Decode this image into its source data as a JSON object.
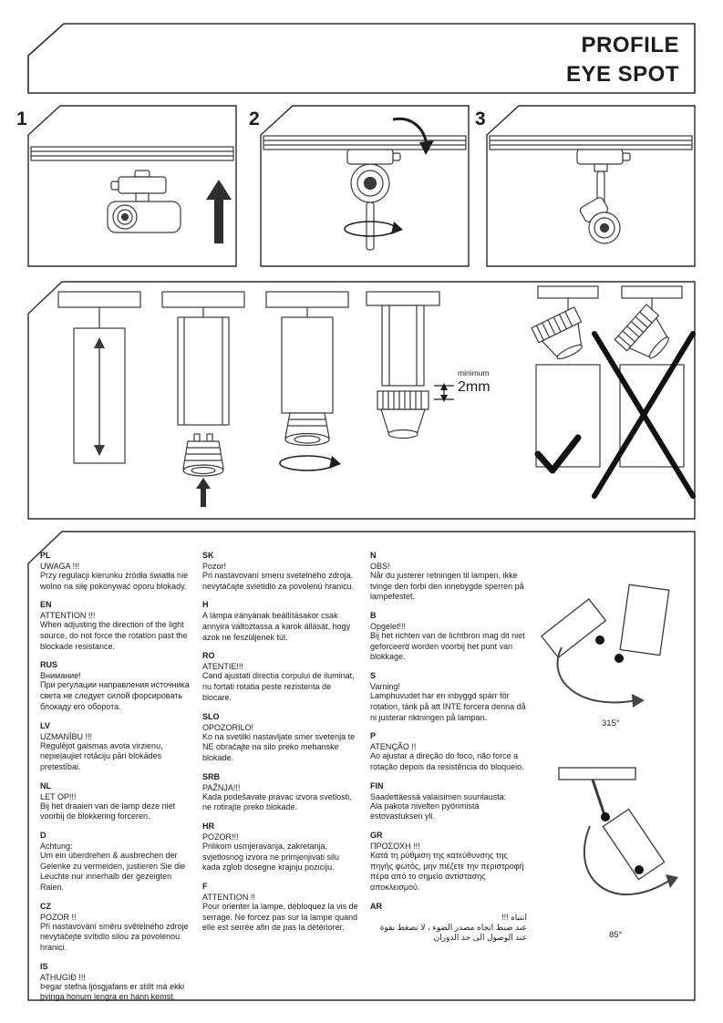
{
  "header": {
    "line1": "PROFILE",
    "line2": "EYE SPOT"
  },
  "steps": {
    "step1": "1",
    "step2": "2",
    "step3": "3"
  },
  "dimension": {
    "label": "minimum",
    "value": "2mm"
  },
  "angles": {
    "full_rotation": "315°",
    "tilt": "85°"
  },
  "warnings": {
    "col1": [
      {
        "code": "PL",
        "title": "UWAGA !!!",
        "body": "Przy regulacji kierunku źródła światła nie wolno na siłę pokonywać oporu blokady."
      },
      {
        "code": "EN",
        "title": "ATTENTION !!!",
        "body": "When adjusting the direction of the light source, do not force the rotation past the blockade resistance."
      },
      {
        "code": "RUS",
        "title": "Внимание!",
        "body": "При регулации направления источника света не следует силой форсировать блокаду его оборота."
      },
      {
        "code": "LV",
        "title": "UZMANĪBU !!!",
        "body": "Regulējot gaismas avota virzienu, nepieļaujiet rotāciju pāri blokādes pretestībai."
      },
      {
        "code": "NL",
        "title": "LET OP!!!",
        "body": "Bij het draaien van de lamp deze niet voorbij de blokkering forceren."
      },
      {
        "code": "D",
        "title": "Achtung:",
        "body": "Um ein überdrehen & ausbrechen der Gelenke zu vermeiden, justieren Sie die Leuchte nur innerhalb der gezeigten Raien."
      },
      {
        "code": "CZ",
        "title": "POZOR !!",
        "body": "Při nastavování směru světelného zdroje nevytáčejte svítidlo silou za povolenou hranici."
      },
      {
        "code": "IS",
        "title": "ATHUGIÐ !!!",
        "body": "Þegar stefna ljósgjafans er stillt má ekki þvinga honum lengra en hann kemst."
      }
    ],
    "col2": [
      {
        "code": "SK",
        "title": "Pozor!",
        "body": "Pri nastavovaní smeru svetelného zdroja, nevytáčajte svietidlo za povolenú hranicu."
      },
      {
        "code": "H",
        "title": "",
        "body": "A lámpa irányának beállításakor csak annyira változtassa a karok állását, hogy azok ne feszüljenek túl."
      },
      {
        "code": "RO",
        "title": "ATENTIE!!!",
        "body": "Cand ajustati directia corpului de iluminat, nu fortati rotatia peste rezistenta de blocare."
      },
      {
        "code": "SLO",
        "title": "OPOZORILO!",
        "body": "Ko na svetilki nastavljate smer svetenja te NE obračajte na silo preko mehanske blokade."
      },
      {
        "code": "SRB",
        "title": "PAŽNJA!!!",
        "body": "Kada podešavate pravac izvora svetlosti, ne rotirajte preko blokade."
      },
      {
        "code": "HR",
        "title": "POZOR!!!",
        "body": "Prilikom usmjeravanja, zakretanja, svjetlosnog izvora ne primjenjivati silu kada zglob dosegne krajnju poziciju."
      },
      {
        "code": "F",
        "title": "ATTENTION !!",
        "body": "Pour orienter la lampe, débloquez la vis de serrage. Ne forcez pas sur la lampe quand elle est serrée afin de pas la détériorer."
      }
    ],
    "col3": [
      {
        "code": "N",
        "title": "OBS!",
        "body": "Når du justerer retningen til lampen, ikke tvinge den forbi den innebygde sperren på lampefestet."
      },
      {
        "code": "B",
        "title": "Opgelet!!!",
        "body": "Bij het richten van de lichtbron mag dit niet geforceerd worden voorbij het punt van blokkage."
      },
      {
        "code": "S",
        "title": "Varning!",
        "body": "Lamphuvudet har en inbyggd spärr för rotation, tänk på att INTE forcera denna då ni justerar riktningen på lampan."
      },
      {
        "code": "P",
        "title": "ATENÇÃO !!",
        "body": "Ao ajustar a direção do foco, não force a rotação depois da resistência do bloqueio."
      },
      {
        "code": "FIN",
        "title": "Saadettäessä valaisimen suuntausta:",
        "body": "Ala pakota nivelten pyörimistä estovastuksen yli."
      },
      {
        "code": "GR",
        "title": "ΠΡΟΣΟΧΗ !!!",
        "body": "Κατά τη ρύθμιση της κατεύθυνσης της πηγής φωτός, μην πιέζετε την περιστροφή πέρα από το σημείο αντίστασης αποκλεισμού."
      },
      {
        "code": "AR",
        "title": "انتباه !!!",
        "body": "عند ضبط اتجاه مصدر الضوء ، لا تضغط بقوة عند الوصول الى حد الدوران"
      }
    ]
  }
}
